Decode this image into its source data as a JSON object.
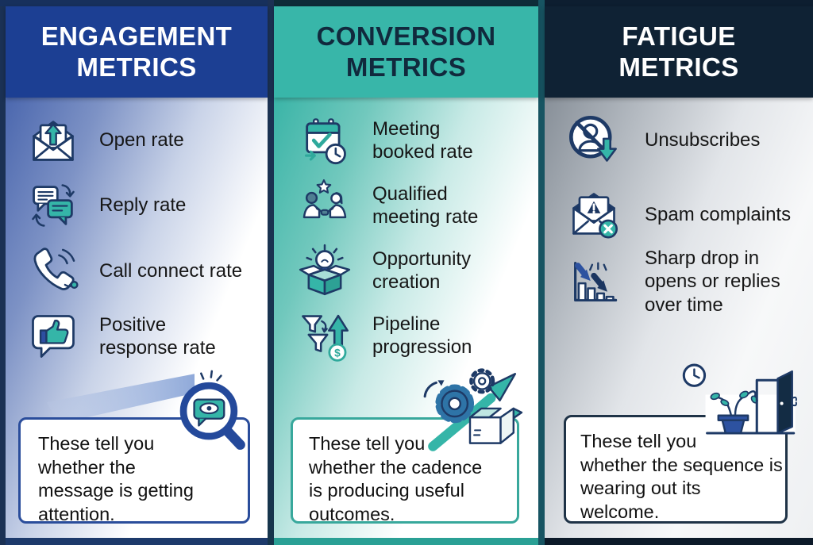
{
  "columns": [
    {
      "title": "ENGAGEMENT METRICS",
      "title_lines": [
        "ENGAGEMENT",
        "METRICS"
      ],
      "items": [
        {
          "label": "Open rate",
          "lines": [
            "Open rate"
          ],
          "icon": "envelope-open-up-arrow-icon"
        },
        {
          "label": "Reply rate",
          "lines": [
            "Reply rate"
          ],
          "icon": "chat-bubbles-refresh-icon"
        },
        {
          "label": "Call connect rate",
          "lines": [
            "Call connect rate"
          ],
          "icon": "phone-call-waves-icon"
        },
        {
          "label": "Positive response rate",
          "lines": [
            "Positive",
            "response rate"
          ],
          "icon": "thumbs-up-speech-bubble-icon"
        }
      ],
      "note": {
        "text": "These tell you whether the message is getting attention.",
        "lines": [
          "These tell you",
          "whether the",
          "message is getting",
          "attention."
        ],
        "icon": "magnifier-eye-bubble-icon"
      },
      "colors": {
        "header_bg": "#1c3f93",
        "header_text": "#ffffff",
        "body_tint": "#4b67ae",
        "note_border": "#2a4d9b",
        "bottom_bar": "#1d3a6b",
        "accent_teal": "#35b5a8",
        "outline_navy": "#1e3a66"
      }
    },
    {
      "title": "CONVERSION METRICS",
      "title_lines": [
        "CONVERSION",
        "METRICS"
      ],
      "items": [
        {
          "label": "Meeting booked rate",
          "lines": [
            "Meeting",
            "booked rate"
          ],
          "icon": "calendar-check-clock-icon"
        },
        {
          "label": "Qualified meeting rate",
          "lines": [
            "Qualified",
            "meeting rate"
          ],
          "icon": "handshake-star-icon"
        },
        {
          "label": "Opportunity creation",
          "lines": [
            "Opportunity",
            "creation"
          ],
          "icon": "lightbulb-open-box-icon"
        },
        {
          "label": "Pipeline progression",
          "lines": [
            "Pipeline",
            "progression"
          ],
          "icon": "funnels-up-arrow-dollar-icon"
        }
      ],
      "note": {
        "text": "These tell you whether the cadence is producing useful outcomes.",
        "lines": [
          "These tell you",
          "whether the cadence",
          "is producing useful",
          "outcomes."
        ],
        "icon": "gears-box-growth-arrow-icon"
      },
      "colors": {
        "header_bg": "#38b6a9",
        "header_text": "#11293d",
        "body_tint": "#3ab4a7",
        "note_border": "#38a89c",
        "bottom_bar": "#2aa095",
        "accent_teal": "#35b5a8",
        "outline_navy": "#1e3a66"
      }
    },
    {
      "title": "FATIGUE METRICS",
      "title_lines": [
        "FATIGUE",
        "METRICS"
      ],
      "items": [
        {
          "label": "Unsubscribes",
          "lines": [
            "Unsubscribes"
          ],
          "icon": "blocked-user-down-arrow-icon"
        },
        {
          "label": "Spam complaints",
          "lines": [
            "Spam complaints"
          ],
          "icon": "envelope-warning-x-icon"
        },
        {
          "label": "Sharp drop in opens or replies over time",
          "lines": [
            "Sharp drop in",
            "opens or replies",
            "over time"
          ],
          "icon": "declining-bars-arrows-icon"
        }
      ],
      "note": {
        "text": "These tell you whether the sequence is wearing out its welcome.",
        "lines": [
          "These tell you",
          "whether the sequence is",
          "wearing out its",
          "welcome."
        ],
        "icon": "wilted-plant-open-door-clock-icon"
      },
      "colors": {
        "header_bg": "#0f2234",
        "header_text": "#ffffff",
        "body_tint": "#878f98",
        "note_border": "#1f3347",
        "bottom_bar": "#0c1a29",
        "accent_teal": "#35b5a8",
        "outline_navy": "#1e3a66"
      }
    }
  ]
}
